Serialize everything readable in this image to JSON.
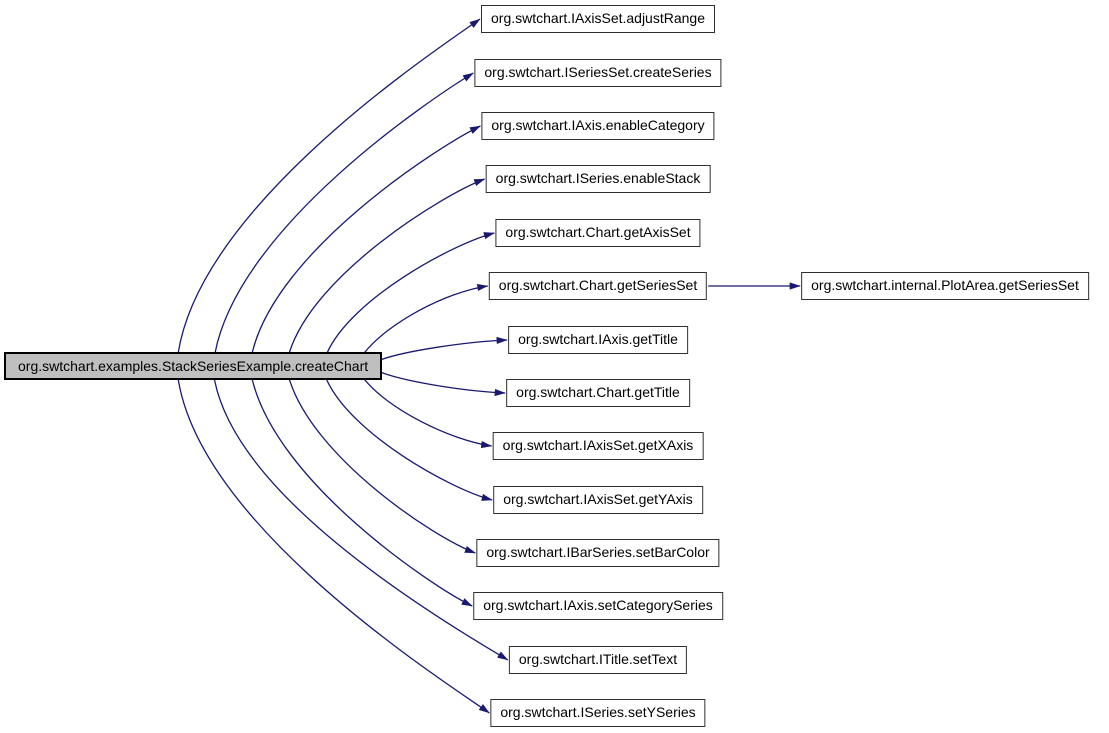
{
  "diagram": {
    "background_color": "#ffffff",
    "edge_color": "#191970",
    "node_style": {
      "fill": "#ffffff",
      "border_color": "#2f2f2f",
      "text_color": "#000000"
    },
    "focus_node": {
      "label": "org.swtchart.examples.StackSeriesExample.createChart",
      "fill": "#bfbfbf",
      "border_color": "#000000"
    },
    "callees": [
      {
        "label": "org.swtchart.IAxisSet.adjustRange"
      },
      {
        "label": "org.swtchart.ISeriesSet.createSeries"
      },
      {
        "label": "org.swtchart.IAxis.enableCategory"
      },
      {
        "label": "org.swtchart.ISeries.enableStack"
      },
      {
        "label": "org.swtchart.Chart.getAxisSet"
      },
      {
        "label": "org.swtchart.Chart.getSeriesSet"
      },
      {
        "label": "org.swtchart.IAxis.getTitle"
      },
      {
        "label": "org.swtchart.Chart.getTitle"
      },
      {
        "label": "org.swtchart.IAxisSet.getXAxis"
      },
      {
        "label": "org.swtchart.IAxisSet.getYAxis"
      },
      {
        "label": "org.swtchart.IBarSeries.setBarColor"
      },
      {
        "label": "org.swtchart.IAxis.setCategorySeries"
      },
      {
        "label": "org.swtchart.ITitle.setText"
      },
      {
        "label": "org.swtchart.ISeries.setYSeries"
      }
    ],
    "secondary_call": {
      "from_callee_index": 5,
      "label": "org.swtchart.internal.PlotArea.getSeriesSet"
    }
  }
}
